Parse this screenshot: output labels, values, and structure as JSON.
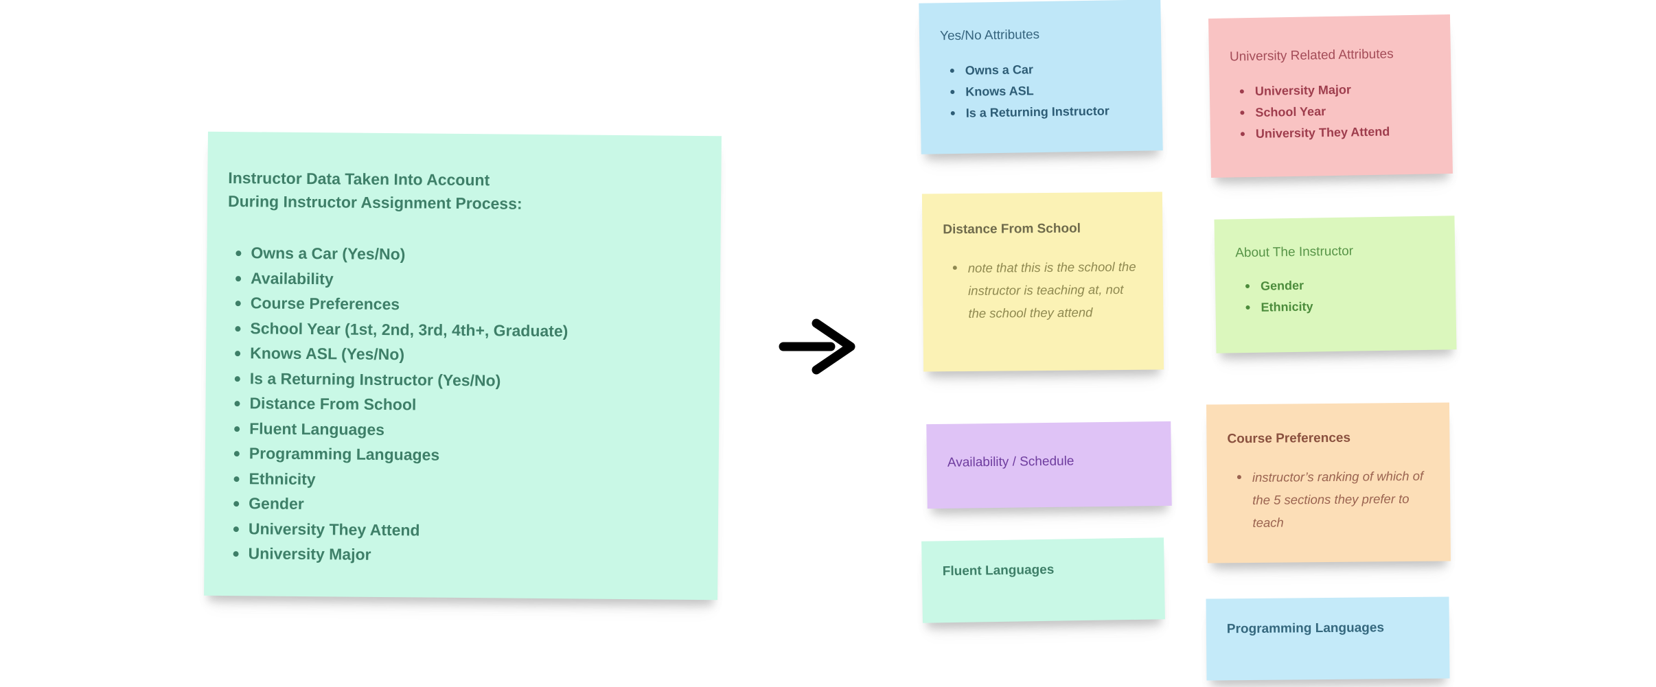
{
  "canvas": {
    "background": "#ffffff"
  },
  "arrow": {
    "semantic": "right-arrow",
    "color": "#000000"
  },
  "main_note": {
    "bg": "#c9f8e6",
    "text_color": "#3e7f68",
    "title_lines": [
      "Instructor Data Taken Into Account",
      "During Instructor Assignment Process:"
    ],
    "bullets": [
      "Owns a Car (Yes/No)",
      "Availability",
      "Course Preferences",
      "School Year (1st, 2nd, 3rd, 4th+, Graduate)",
      "Knows ASL (Yes/No)",
      "Is a Returning Instructor (Yes/No)",
      "Distance From School",
      "Fluent Languages",
      "Programming Languages",
      "Ethnicity",
      "Gender",
      "University They Attend",
      "University Major"
    ]
  },
  "notes": {
    "yes_no": {
      "title": "Yes/No Attributes",
      "bullets": [
        "Owns a Car",
        "Knows ASL",
        "Is a Returning Instructor"
      ],
      "bg": "#bfe7f8",
      "title_color": "#35647e",
      "bullet_color": "#2e5d76"
    },
    "university": {
      "title": "University Related Attributes",
      "bullets": [
        "University Major",
        "School Year",
        "University They Attend"
      ],
      "bg": "#f9c3c3",
      "title_color": "#a44c58",
      "bullet_color": "#9e3d4d"
    },
    "distance": {
      "title": "Distance From School",
      "body": "note that this is the school the instructor is teaching at, not the school they attend",
      "bg": "#fbf2b5",
      "title_color": "#6f6b4c",
      "body_color": "#8f8950"
    },
    "about": {
      "title": "About The Instructor",
      "bullets": [
        "Gender",
        "Ethnicity"
      ],
      "bg": "#dbf7bd",
      "title_color": "#579447",
      "bullet_color": "#4c8c3c"
    },
    "availability": {
      "title": "Availability / Schedule",
      "bg": "#dfc3f6",
      "title_color": "#6e3c9e"
    },
    "course_preferences": {
      "title": "Course Preferences",
      "body": "instructor’s ranking of which of the 5 sections they prefer to teach",
      "bg": "#fcdeb7",
      "title_color": "#8a513f",
      "body_color": "#9a6350"
    },
    "fluent": {
      "title": "Fluent Languages",
      "bg": "#c9f8e6",
      "title_color": "#3e7f68"
    },
    "programming": {
      "title": "Programming Languages",
      "bg": "#c4eaf9",
      "title_color": "#35687e"
    }
  }
}
